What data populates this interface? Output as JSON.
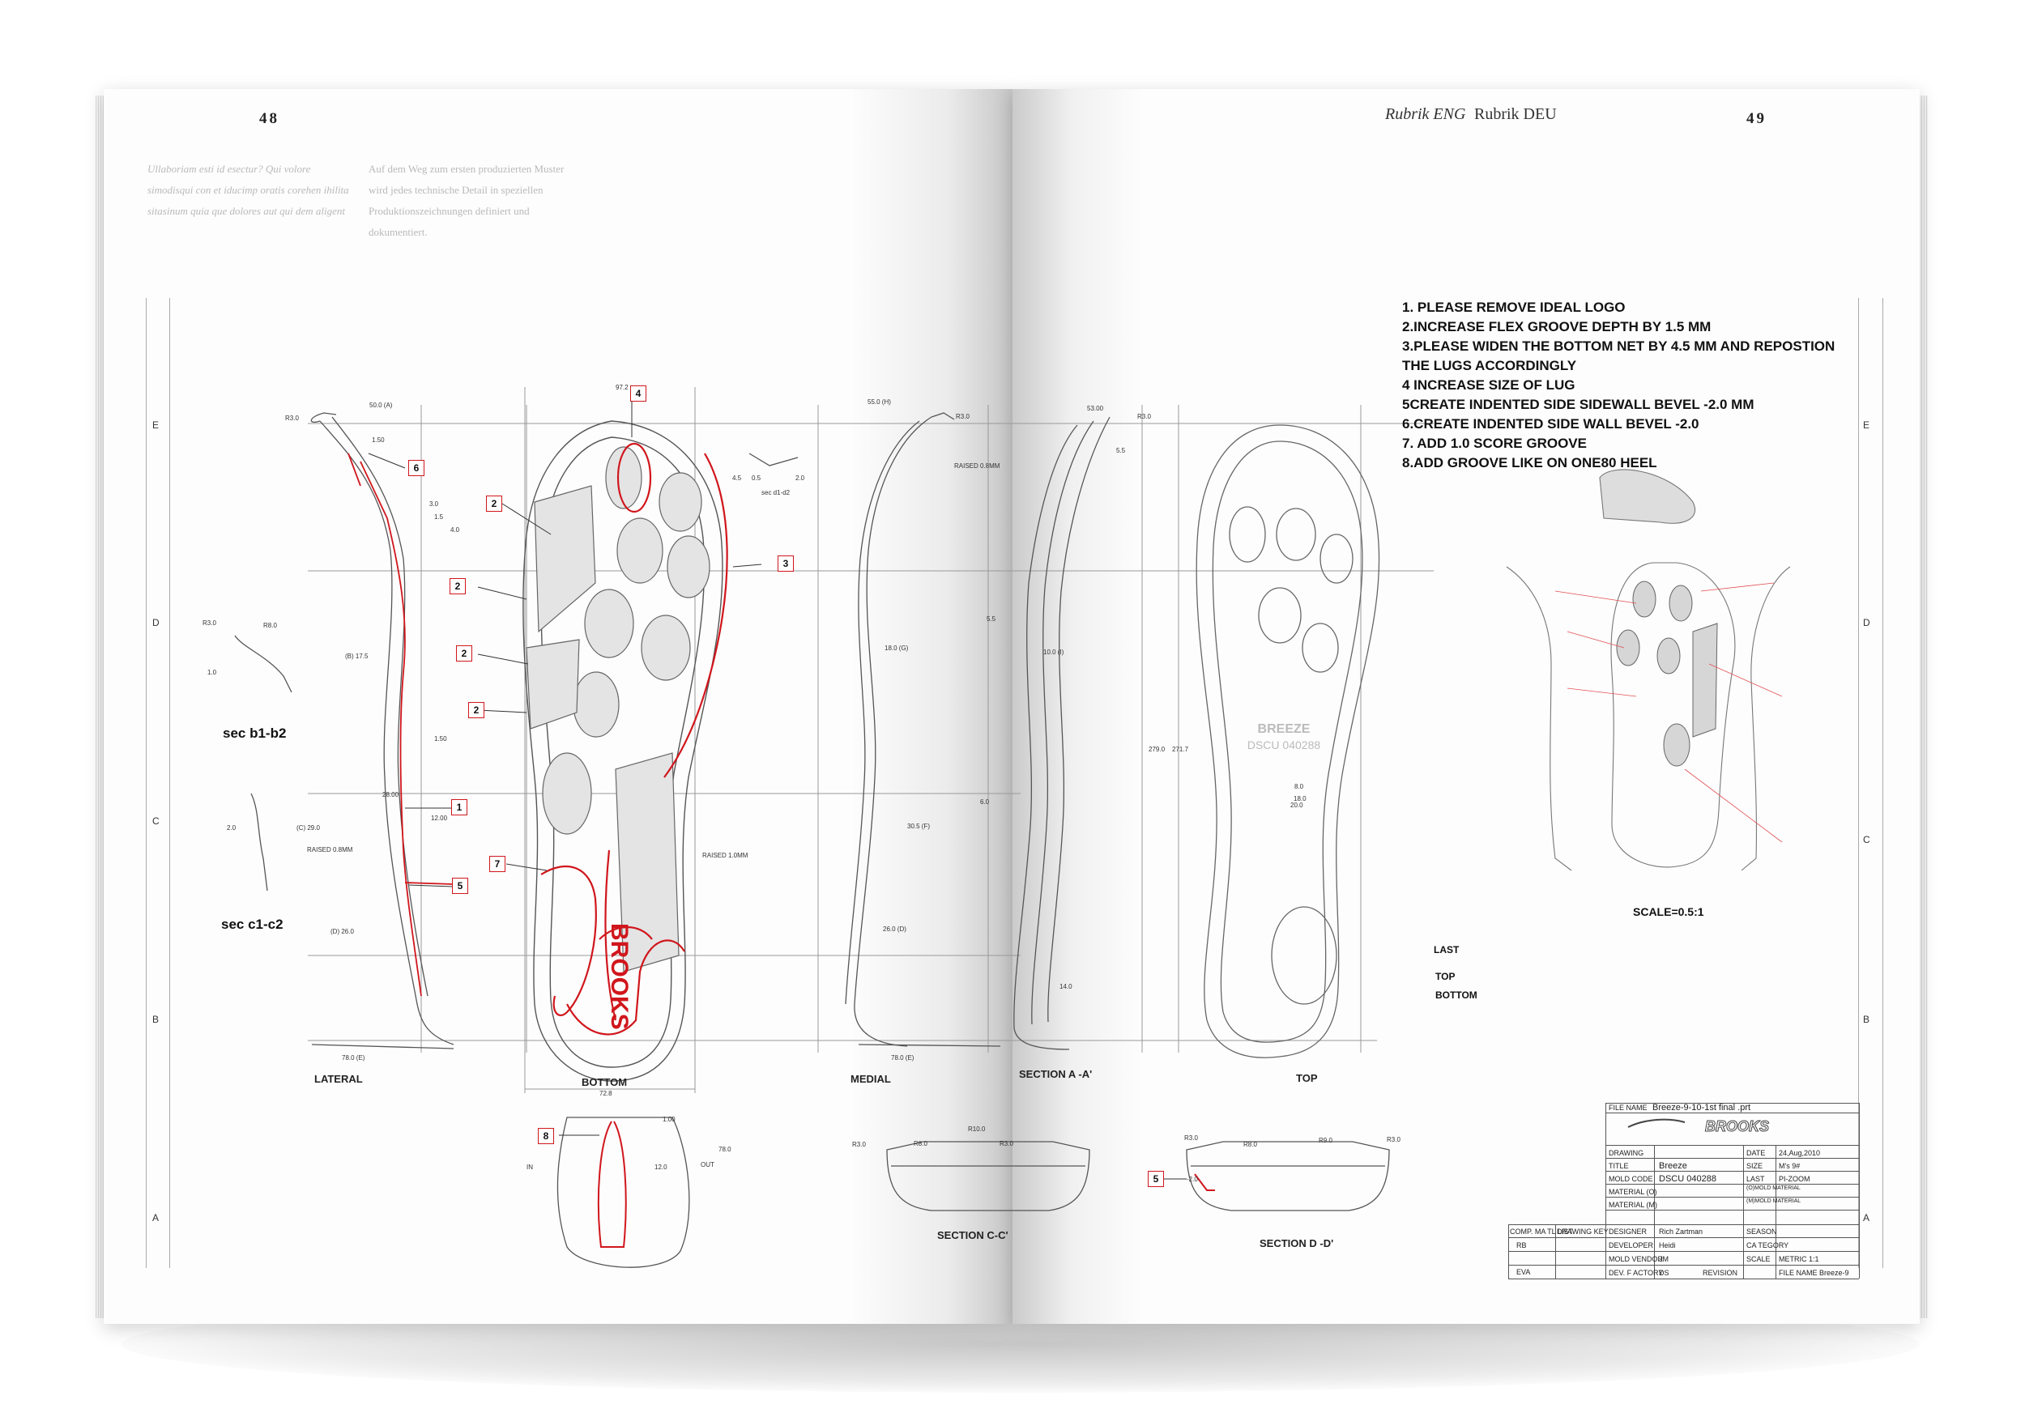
{
  "left_page": {
    "page_number": "48",
    "intro_italic": "Ullaboriam esti id esectur? Qui volore simodisqui con et iducimp oratis corehen ihilita sitasinum quia que dolores aut qui dem aligent",
    "intro_german": "Auf dem Weg zum ersten produzierten Muster wird jedes technische Detail in speziellen Produktionszeichnungen definiert und dokumentiert."
  },
  "right_page": {
    "page_number": "49",
    "rubrik_eng": "Rubrik ENG",
    "rubrik_deu": "Rubrik DEU"
  },
  "frame_rows": [
    "E",
    "D",
    "C",
    "B",
    "A"
  ],
  "notes": [
    "1. PLEASE REMOVE IDEAL LOGO",
    "2.INCREASE FLEX GROOVE DEPTH BY 1.5 MM",
    "3.PLEASE WIDEN THE BOTTOM NET BY 4.5 MM AND REPOSTION THE LUGS ACCORDINGLY",
    "4 INCREASE SIZE OF LUG",
    "5CREATE INDENTED SIDE SIDEWALL BEVEL -2.0 MM",
    "6.CREATE INDENTED SIDE WALL BEVEL -2.0",
    "7. ADD 1.0 SCORE GROOVE",
    "8.ADD GROOVE LIKE ON ONE80 HEEL"
  ],
  "views": {
    "lateral": "LATERAL",
    "bottom": "BOTTOM",
    "medial": "MEDIAL",
    "section_aa": "SECTION A -A'",
    "top": "TOP",
    "section_cc": "SECTION C-C'",
    "section_dd": "SECTION D -D'",
    "sec_b": "sec b1-b2",
    "sec_c": "sec c1-c2",
    "sec_d": "sec d1-d2"
  },
  "layer_labels": [
    "LAST",
    "TOP",
    "BOTTOM"
  ],
  "brand": "BROOKS",
  "mold_text": [
    "BREEZE",
    "DSCU 040288"
  ],
  "scale_note": "SCALE=0.5:1",
  "callouts": [
    "1",
    "2",
    "3",
    "4",
    "5",
    "6",
    "7",
    "8"
  ],
  "dimensions": {
    "r30": "R3.0",
    "r80": "R8.0",
    "r90": "R9.0",
    "r100": "R10.0",
    "a500": "50.0 (A)",
    "h550": "55.0 (H)",
    "top_530": "53.00",
    "w972": "97.2",
    "w728": "72.8",
    "b175": "(B) 17.5",
    "g180": "18.0 (G)",
    "c290": "(C) 29.0",
    "f305": "30.5 (F)",
    "d260": "(D) 26.0",
    "d260b": "26.0 (D)",
    "e780": "78.0 (E)",
    "i100": "10.0 (I)",
    "len2790": "279.0",
    "len2717": "271.7",
    "raised08": "RAISED 0.8MM",
    "raised10": "RAISED 1.0MM",
    "v2800": "28.00",
    "v1200": "12.00",
    "v150": "1.50",
    "v20": "2.0",
    "v10": "1.0",
    "v05": "0.5",
    "v55": "5.5",
    "v60": "6.0",
    "v140": "14.0",
    "v180": "18.0",
    "v200": "20.0",
    "v45": "4.5",
    "v30": "3.0",
    "v15": "1.5",
    "v40": "4.0",
    "v80": "8.0",
    "v780": "78.0",
    "v120": "12.0",
    "v100": "1.00",
    "n20": "-2.0",
    "in": "IN",
    "out": "OUT"
  },
  "title_block": {
    "file_name_label": "FILE NAME",
    "file_name": "Breeze-9-10-1st final .prt",
    "logo": "BROOKS",
    "drawing_label": "DRAWING",
    "date_label": "DATE",
    "date": "24,Aug,2010",
    "title_label": "TITLE",
    "title": "Breeze",
    "size_label": "SIZE",
    "size": "M's 9#",
    "mold_code_label": "MOLD CODE",
    "mold_code": "DSCU 040288",
    "last_label": "LAST",
    "last": "PI-ZOOM",
    "material_o_label": "MATERIAL (O)",
    "material_m_label": "MATERIAL (M)",
    "omold_label": "(O)MOLD MATERIAL",
    "mmold_label": "(M)MOLD MATERIAL",
    "comp_label": "COMP. MA TL LIST",
    "drawing_key_label": "DRAWING KEY",
    "designer_label": "DESIGNER",
    "designer": "Rich Zartman",
    "season_label": "SEASON",
    "developer_label": "DEVELOPER",
    "developer": "Heidi",
    "category_label": "CA TEGORY",
    "mold_vendor_label": "MOLD VENDOR",
    "mold_vendor": "JM",
    "scale_label": "SCALE",
    "scale": "METRIC 1:1",
    "dev_factory_label": "DEV. F ACTORY",
    "dev_factory": "DS",
    "revision_label": "REVISION",
    "file_name2_label": "FILE NAME",
    "file_name2": "Breeze-9",
    "comp_rows": [
      "RB",
      "EVA"
    ]
  },
  "colors": {
    "accent": "#d0161c",
    "line": "#444444",
    "page": "#fdfdfd"
  }
}
